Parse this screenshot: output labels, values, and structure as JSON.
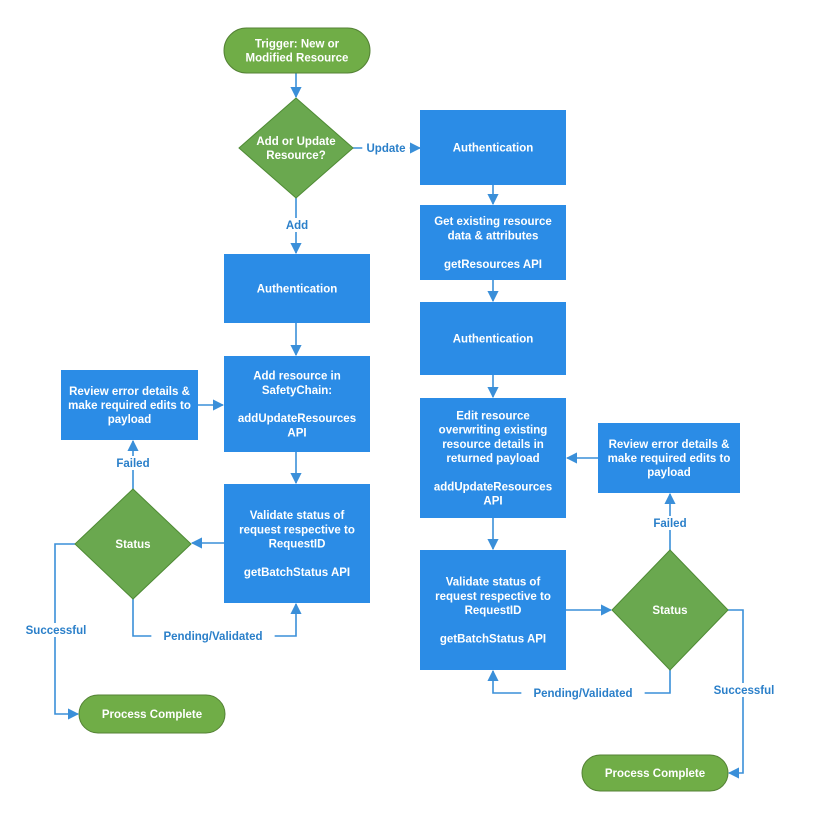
{
  "colors": {
    "process_fill": "#2b8ce6",
    "terminal_fill": "#70ad47",
    "terminal_stroke": "#548235",
    "decision_fill": "#6aa84f",
    "decision_stroke": "#4e8a34",
    "connector": "#3a8fd9",
    "label_text": "#2a7fc9"
  },
  "nodes": {
    "start": "Trigger: New or\nModified Resource",
    "decision_add_update": "Add or Update\nResource?",
    "auth_add": "Authentication",
    "add_resource": "Add resource in\nSafetyChain:\n\naddUpdateResources\nAPI",
    "review_left": "Review error details &\nmake required edits to\npayload",
    "validate_left": "Validate status of\nrequest respective to\nRequestID\n\ngetBatchStatus API",
    "status_left": "Status",
    "complete_left": "Process Complete",
    "auth_update_1": "Authentication",
    "get_existing": "Get existing resource\ndata & attributes\n\ngetResources API",
    "auth_update_2": "Authentication",
    "edit_resource": "Edit resource\noverwriting existing\nresource details in\nreturned payload\n\naddUpdateResources\nAPI",
    "review_right": "Review error details &\nmake required edits to\npayload",
    "validate_right": "Validate status of\nrequest respective to\nRequestID\n\ngetBatchStatus API",
    "status_right": "Status",
    "complete_right": "Process Complete"
  },
  "edge_labels": {
    "update": "Update",
    "add": "Add",
    "failed_left": "Failed",
    "pending_left": "Pending/Validated",
    "successful_left": "Successful",
    "failed_right": "Failed",
    "pending_right": "Pending/Validated",
    "successful_right": "Successful"
  }
}
